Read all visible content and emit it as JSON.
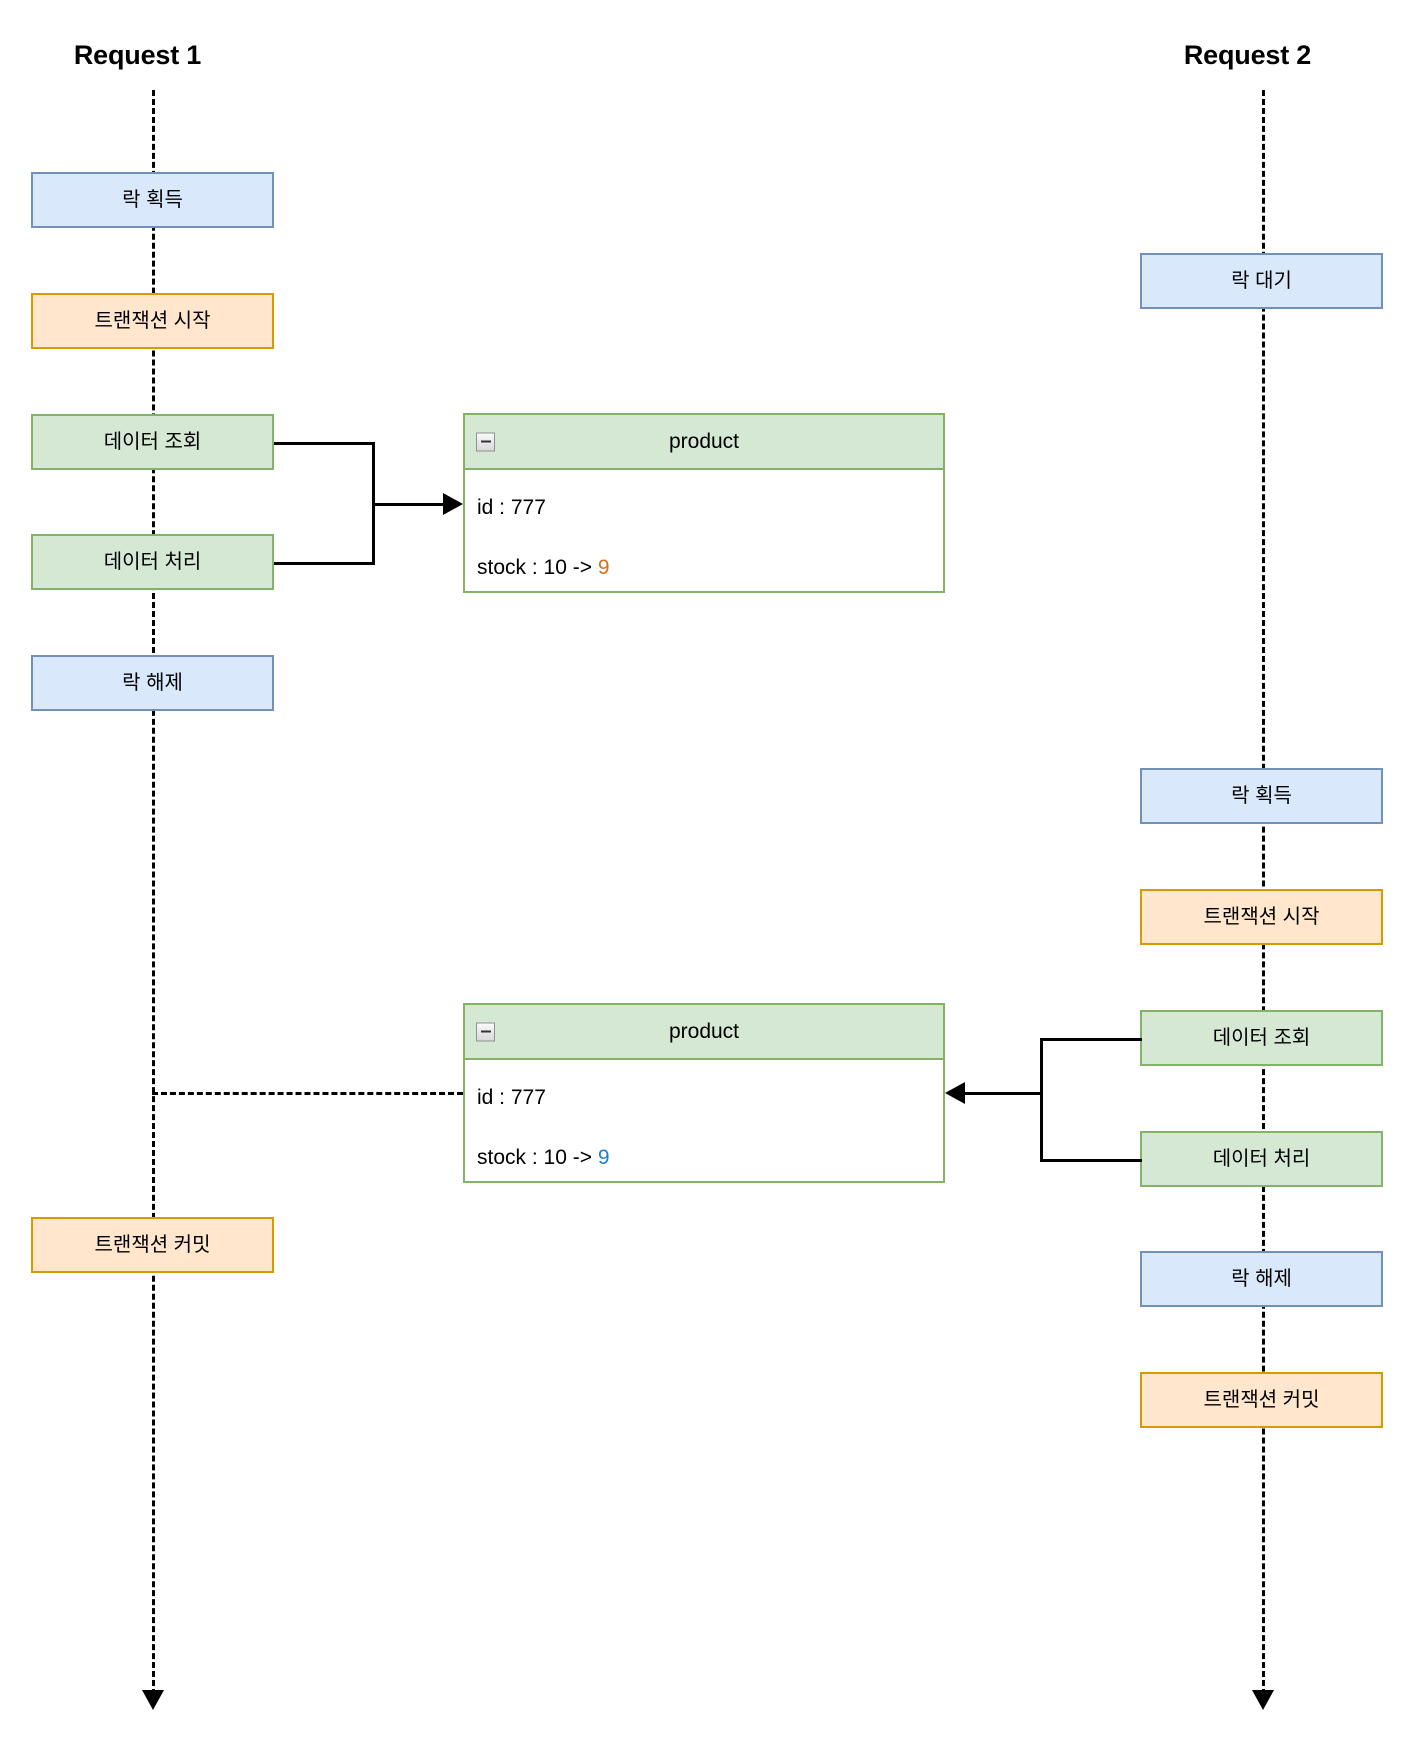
{
  "diagram": {
    "title_left": "Request 1",
    "title_right": "Request 2"
  },
  "lanes": [
    {
      "id": "request-1",
      "title": "Request 1",
      "steps": [
        {
          "id": "lock-acquire",
          "label": "락 획득",
          "color": "blue"
        },
        {
          "id": "transaction-begin",
          "label": "트랜잭션 시작",
          "color": "orange"
        },
        {
          "id": "data-select",
          "label": "데이터 조회",
          "color": "green"
        },
        {
          "id": "data-process",
          "label": "데이터 처리",
          "color": "green"
        },
        {
          "id": "lock-release",
          "label": "락 해제",
          "color": "blue"
        },
        {
          "id": "transaction-commit",
          "label": "트랜잭션 커밋",
          "color": "orange"
        }
      ]
    },
    {
      "id": "request-2",
      "title": "Request 2",
      "steps": [
        {
          "id": "lock-wait",
          "label": "락 대기",
          "color": "blue"
        },
        {
          "id": "lock-acquire",
          "label": "락 획득",
          "color": "blue"
        },
        {
          "id": "transaction-begin",
          "label": "트랜잭션 시작",
          "color": "orange"
        },
        {
          "id": "data-select",
          "label": "데이터 조회",
          "color": "green"
        },
        {
          "id": "data-process",
          "label": "데이터 처리",
          "color": "green"
        },
        {
          "id": "lock-release",
          "label": "락 해제",
          "color": "blue"
        },
        {
          "id": "transaction-commit",
          "label": "트랜잭션 커밋",
          "color": "orange"
        }
      ]
    }
  ],
  "objects": [
    {
      "id": "product-upper",
      "title": "product",
      "collapse_icon": "minus-icon",
      "rows": [
        {
          "label": "id : ",
          "value": "777",
          "value_color": ""
        },
        {
          "label": "stock : 10 -> ",
          "value": "9",
          "value_color": "#d6711c"
        }
      ]
    },
    {
      "id": "product-lower",
      "title": "product",
      "collapse_icon": "minus-icon",
      "rows": [
        {
          "label": "id : ",
          "value": "777",
          "value_color": ""
        },
        {
          "label": "stock : 10 -> ",
          "value": "9",
          "value_color": "#1d7fd4"
        }
      ]
    }
  ],
  "colors": {
    "blue_fill": "#dae8fc",
    "blue_stroke": "#7191b8",
    "orange_fill": "#ffe6cc",
    "orange_stroke": "#d79b00",
    "green_fill": "#d5e8d4",
    "green_stroke": "#82b366",
    "stroke_black": "#000000",
    "value_orange": "#d6711c",
    "value_blue": "#1d7fd4"
  }
}
